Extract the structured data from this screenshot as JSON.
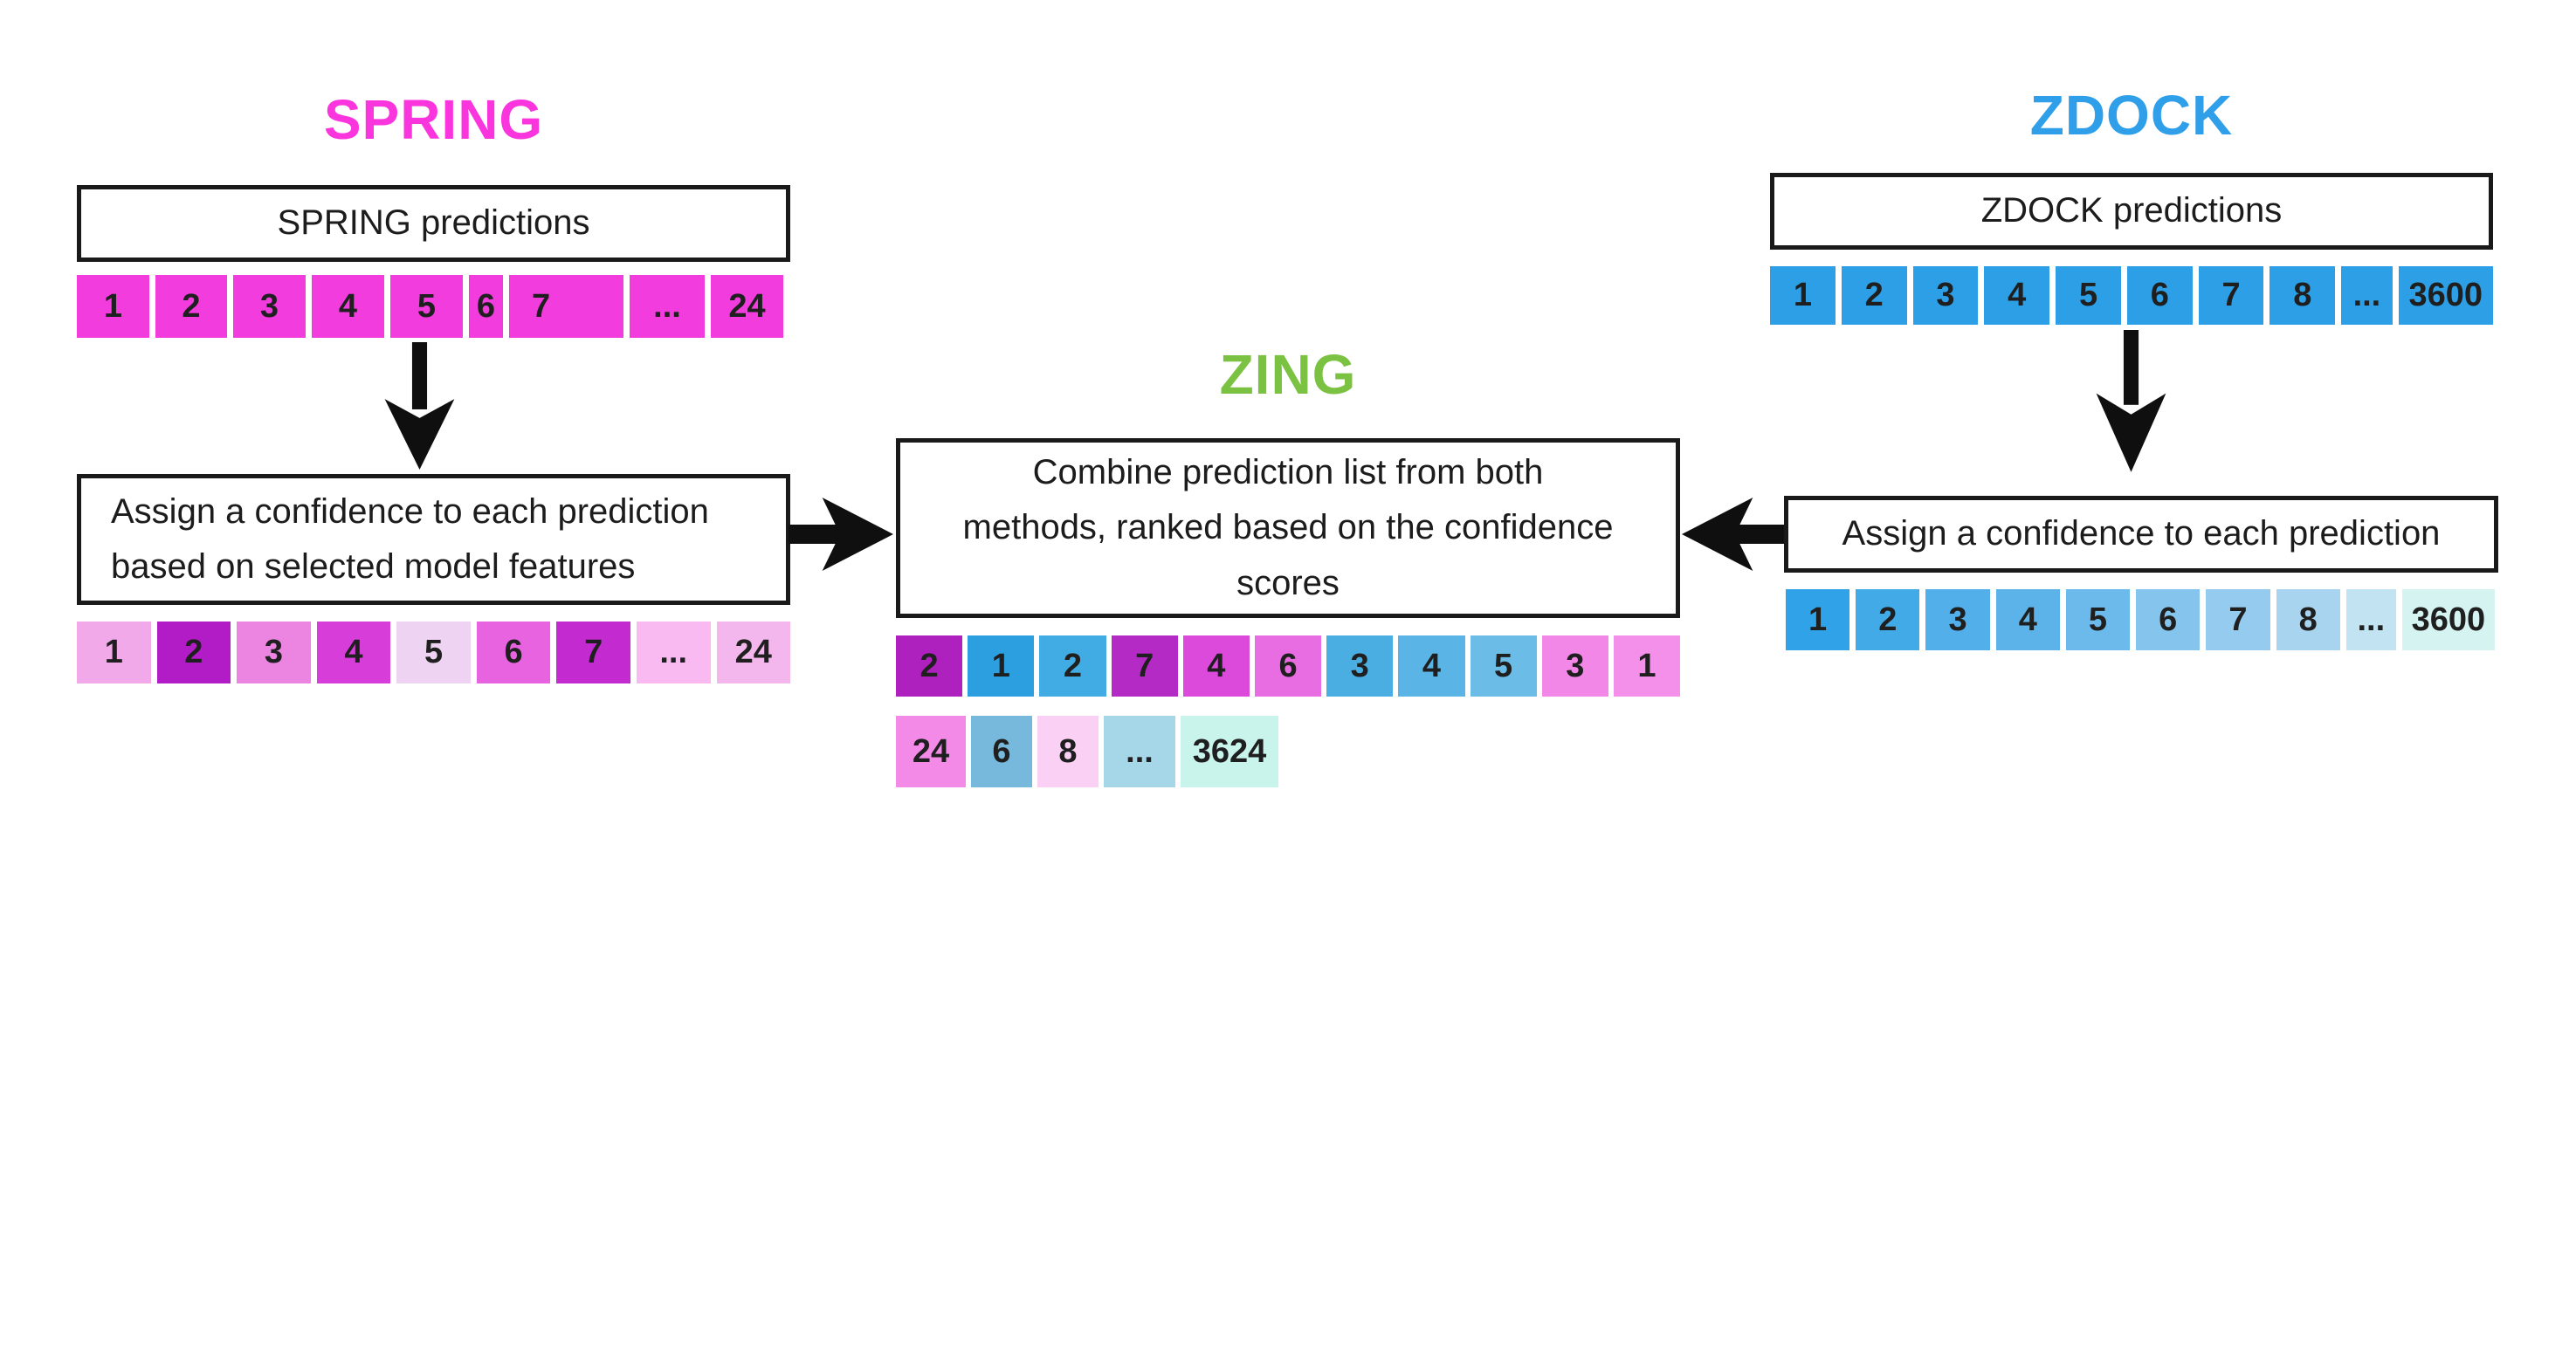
{
  "palette": {
    "spring_accent": "#fa35de",
    "zing_accent": "#7cc242",
    "zdock_accent": "#2e9fe8",
    "arrow": "#0f0f0f"
  },
  "spring": {
    "title": "SPRING",
    "title_color": "#fa35de",
    "predictions_box_label": "SPRING predictions",
    "predictions_row": {
      "cells": [
        {
          "label": "1",
          "color": "#f23cde"
        },
        {
          "label": "2",
          "color": "#f23cde"
        },
        {
          "label": "3",
          "color": "#f23cde"
        },
        {
          "label": "4",
          "color": "#f23cde"
        },
        {
          "label": "5",
          "color": "#f23cde"
        },
        {
          "label": "6",
          "color": "#f23cde"
        },
        {
          "label": "7",
          "color": "#f23cde"
        },
        {
          "label": "...",
          "color": "#f23cde"
        },
        {
          "label": "24",
          "color": "#f23cde"
        }
      ]
    },
    "assign_box": {
      "line1": "Assign a confidence to each prediction",
      "line2": "based on selected model features"
    },
    "confidence_row": {
      "cells": [
        {
          "label": "1",
          "color": "#f2a9ea"
        },
        {
          "label": "2",
          "color": "#b21cc6"
        },
        {
          "label": "3",
          "color": "#ec84e2"
        },
        {
          "label": "4",
          "color": "#d73ed9"
        },
        {
          "label": "5",
          "color": "#efd3f2"
        },
        {
          "label": "6",
          "color": "#e763df"
        },
        {
          "label": "7",
          "color": "#c32bd1"
        },
        {
          "label": "...",
          "color": "#f9baf2"
        },
        {
          "label": "24",
          "color": "#f3b7ee"
        }
      ]
    }
  },
  "zing": {
    "title": "ZING",
    "title_color": "#7cc242",
    "combine_box": {
      "line1": "Combine prediction list from both",
      "line2": "methods, ranked based on the confidence",
      "line3": "scores"
    },
    "combined_row1": {
      "cells": [
        {
          "label": "2",
          "color": "#ae21be"
        },
        {
          "label": "1",
          "color": "#2b9fe0"
        },
        {
          "label": "2",
          "color": "#41ace4"
        },
        {
          "label": "7",
          "color": "#b32ac4"
        },
        {
          "label": "4",
          "color": "#dc4adc"
        },
        {
          "label": "6",
          "color": "#e86ce2"
        },
        {
          "label": "3",
          "color": "#4aaee2"
        },
        {
          "label": "4",
          "color": "#5ab5e6"
        },
        {
          "label": "5",
          "color": "#6bbce6"
        },
        {
          "label": "3",
          "color": "#f287e8"
        },
        {
          "label": "1",
          "color": "#f48fea"
        }
      ]
    },
    "combined_row2": {
      "cells": [
        {
          "label": "24",
          "color": "#f48ae8"
        },
        {
          "label": "6",
          "color": "#76b9dc"
        },
        {
          "label": "8",
          "color": "#fbd0f5"
        },
        {
          "label": "...",
          "color": "#a6d7e8"
        },
        {
          "label": "3624",
          "color": "#c9f4ec"
        }
      ]
    }
  },
  "zdock": {
    "title": "ZDOCK",
    "title_color": "#2e9fe8",
    "predictions_box_label": "ZDOCK predictions",
    "predictions_row": {
      "cells": [
        {
          "label": "1",
          "color": "#2c9fe6"
        },
        {
          "label": "2",
          "color": "#2c9fe6"
        },
        {
          "label": "3",
          "color": "#2c9fe6"
        },
        {
          "label": "4",
          "color": "#2c9fe6"
        },
        {
          "label": "5",
          "color": "#2c9fe6"
        },
        {
          "label": "6",
          "color": "#2c9fe6"
        },
        {
          "label": "7",
          "color": "#2c9fe6"
        },
        {
          "label": "8",
          "color": "#2c9fe6"
        },
        {
          "label": "...",
          "color": "#2c9fe6"
        },
        {
          "label": "3600",
          "color": "#2c9fe6"
        }
      ]
    },
    "assign_box": {
      "line1": "Assign a confidence to each prediction"
    },
    "confidence_row": {
      "cells": [
        {
          "label": "1",
          "color": "#30a2e8"
        },
        {
          "label": "2",
          "color": "#43aae8"
        },
        {
          "label": "3",
          "color": "#52afe9"
        },
        {
          "label": "4",
          "color": "#5bb3ea"
        },
        {
          "label": "5",
          "color": "#6cbaeb"
        },
        {
          "label": "6",
          "color": "#84c4ed"
        },
        {
          "label": "7",
          "color": "#95cbee"
        },
        {
          "label": "8",
          "color": "#a8d4f0"
        },
        {
          "label": "...",
          "color": "#c2e3f2"
        },
        {
          "label": "3600",
          "color": "#d5f3f1"
        }
      ]
    }
  }
}
